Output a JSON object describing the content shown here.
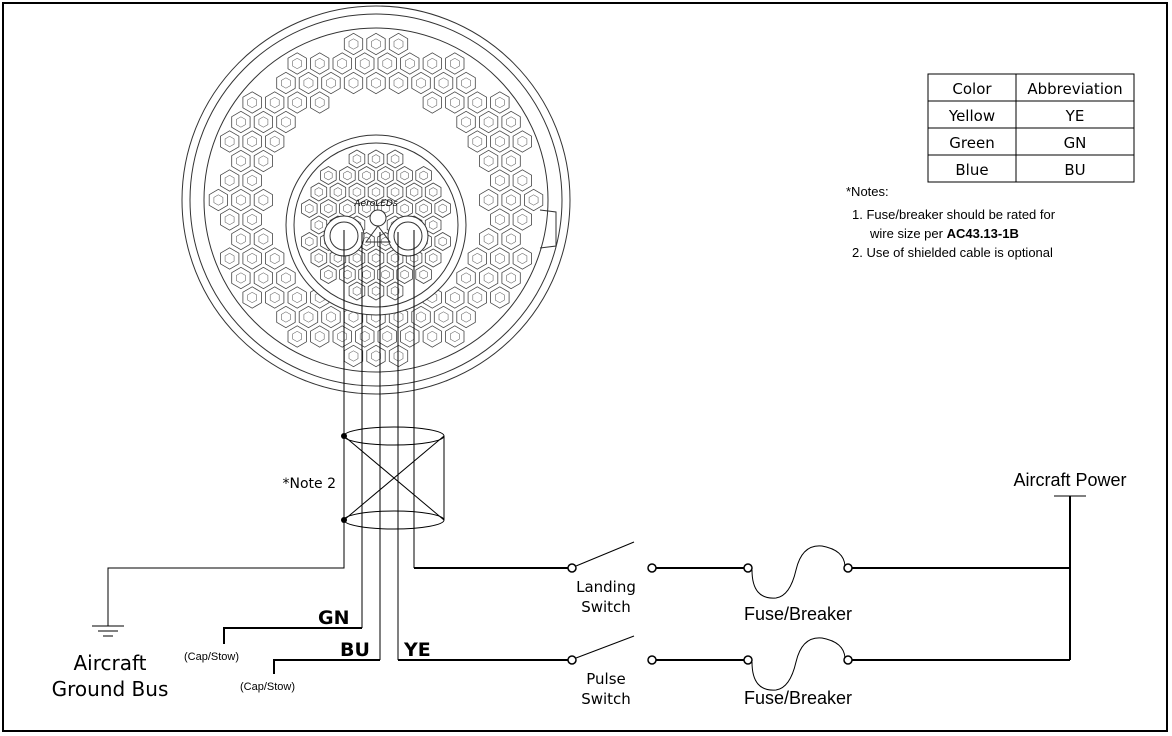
{
  "color_table": {
    "headers": [
      "Color",
      "Abbreviation"
    ],
    "rows": [
      [
        "Yellow",
        "YE"
      ],
      [
        "Green",
        "GN"
      ],
      [
        "Blue",
        "BU"
      ]
    ]
  },
  "notes": {
    "heading": "*Notes:",
    "line1": "1. Fuse/breaker should be rated for",
    "line2_prefix": "wire size per ",
    "line2_bold": "AC43.13-1B",
    "line3": "2. Use of shielded cable is optional"
  },
  "lamp": {
    "brand": "AeroLEDs"
  },
  "labels": {
    "note2": "*Note 2",
    "aircraft_power": "Aircraft Power",
    "ground_line1": "Aircraft",
    "ground_line2": "Ground Bus",
    "landing_switch_1": "Landing",
    "landing_switch_2": "Switch",
    "pulse_switch_1": "Pulse",
    "pulse_switch_2": "Switch",
    "fuse_top": "Fuse/Breaker",
    "fuse_bottom": "Fuse/Breaker",
    "gn": "GN",
    "bu": "BU",
    "ye": "YE",
    "cap_stow_1": "(Cap/Stow)",
    "cap_stow_2": "(Cap/Stow)"
  }
}
